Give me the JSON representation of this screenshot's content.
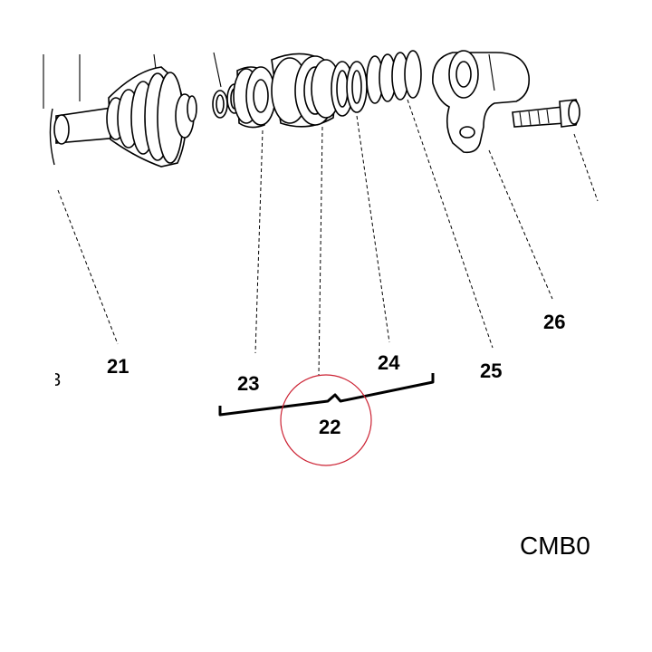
{
  "callouts": {
    "c21": "21",
    "c22": "22",
    "c23": "23",
    "c24": "24",
    "c25": "25",
    "c26": "26"
  },
  "edge_fragment": "3",
  "drawing_code": "CMB0",
  "colors": {
    "ink": "#000000",
    "highlight_circle": "#cc2233",
    "background": "#ffffff"
  }
}
